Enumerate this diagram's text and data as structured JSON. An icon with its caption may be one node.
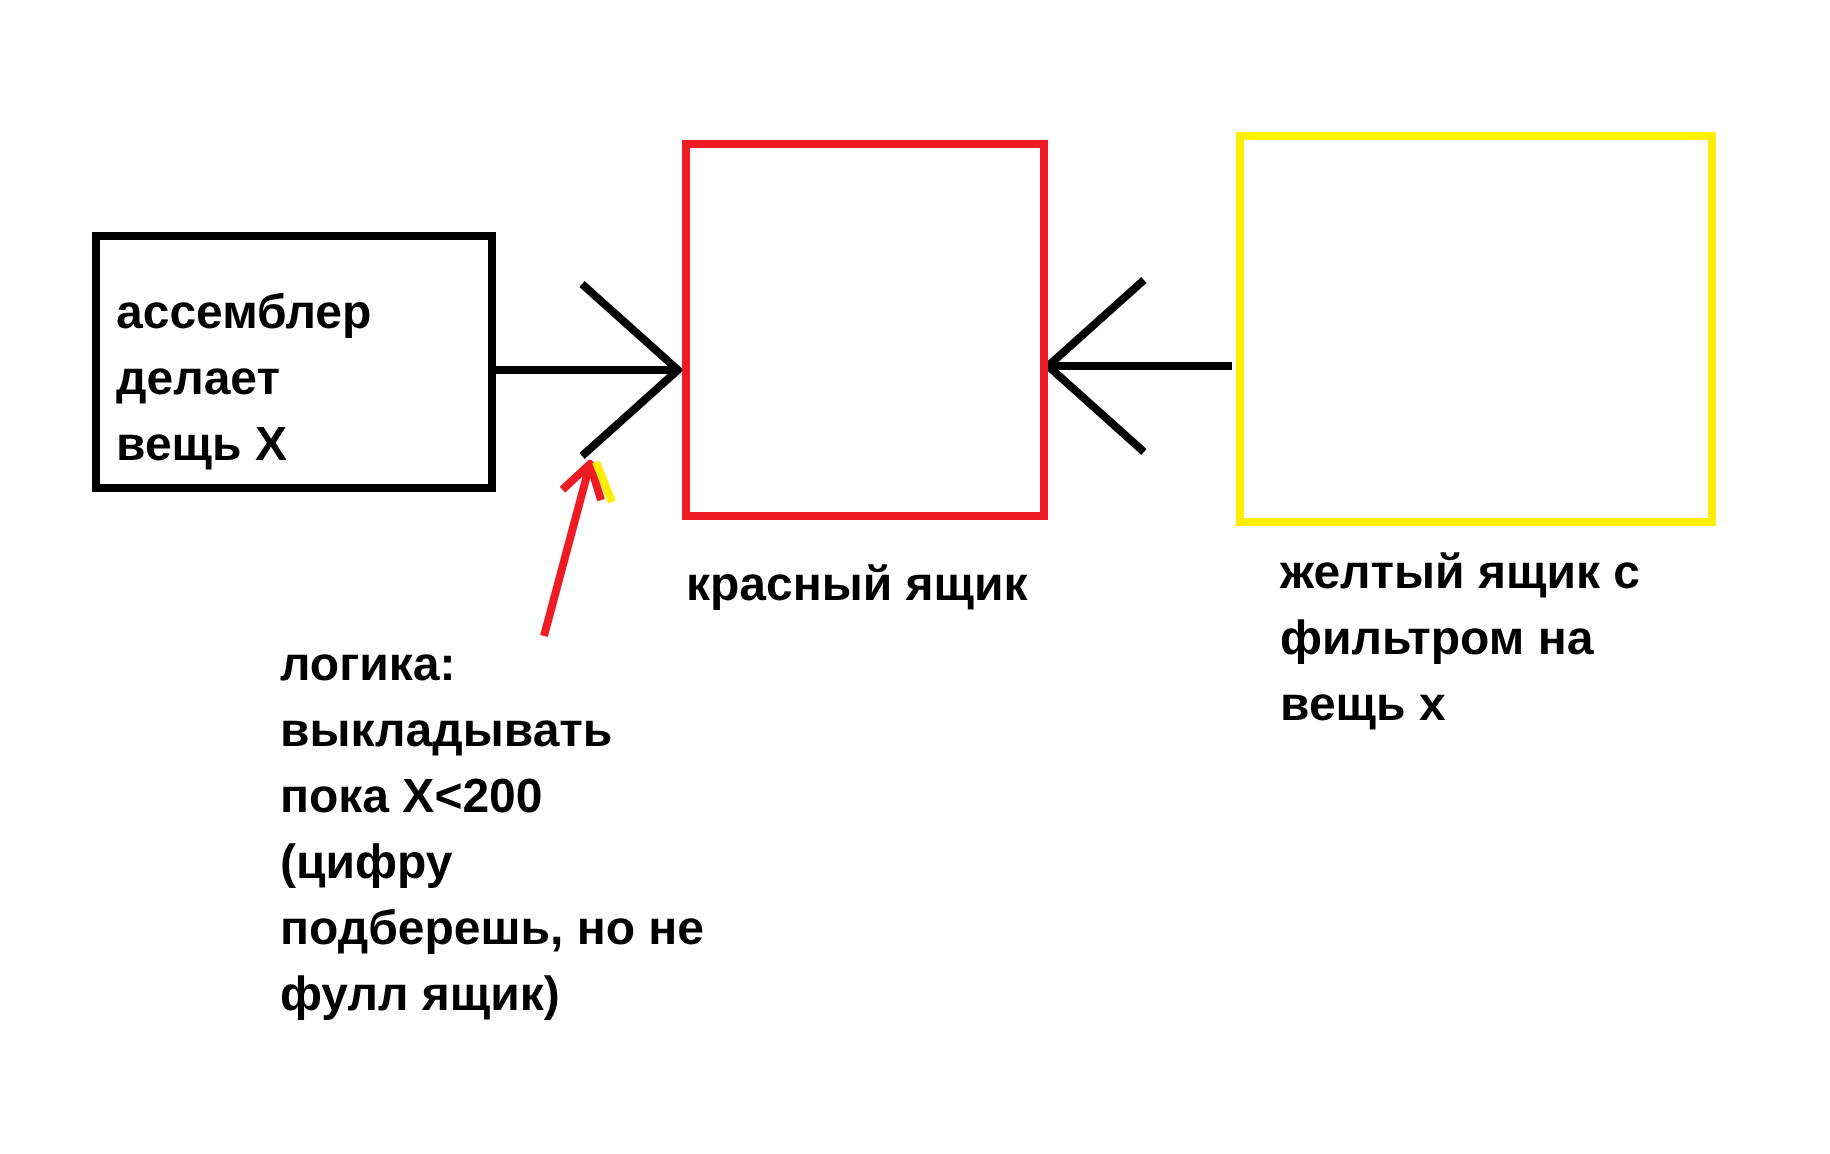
{
  "diagram": {
    "nodes": [
      {
        "text": [
          "ассемблер делает вещь X"
        ]
      },
      {
        "text": [
          "красный ящик"
        ]
      },
      {
        "text": [
          "желтый ящик с фильтром на вещь х"
        ]
      },
      {
        "text": [
          "логика: выкладывать пока X<200 (цифру подберешь, но не фулл ящик)"
        ]
      },
      {
        "text": [],
        "shape": "bar"
      }
    ],
    "edges": [
      {
        "from": 0,
        "to": 1,
        "arrow": "to"
      },
      {
        "from": 2,
        "to": 1,
        "arrow": "to"
      },
      {
        "from": 3,
        "to": 4,
        "arrow": "to",
        "color": "#ed1c24"
      }
    ]
  }
}
